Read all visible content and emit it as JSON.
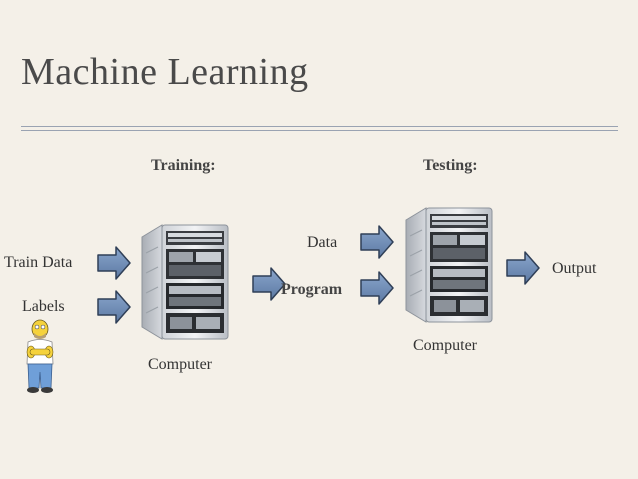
{
  "slide": {
    "title": "Machine Learning",
    "training_heading": "Training:",
    "testing_heading": "Testing:",
    "inputs": {
      "train_data": "Train Data",
      "labels": "Labels"
    },
    "training_computer_label": "Computer",
    "testing_inputs": {
      "data": "Data",
      "program": "Program"
    },
    "testing_computer_label": "Computer",
    "output_label": "Output"
  },
  "colors": {
    "background": "#f4f0e8",
    "arrow_fill": "#6d8ab3",
    "arrow_stroke": "#2f3f57",
    "rule": "#9aa3b2",
    "title": "#4a4a4a"
  },
  "icons": [
    "right-arrow-icon",
    "computer-tower-icon",
    "homer-figure-icon"
  ]
}
